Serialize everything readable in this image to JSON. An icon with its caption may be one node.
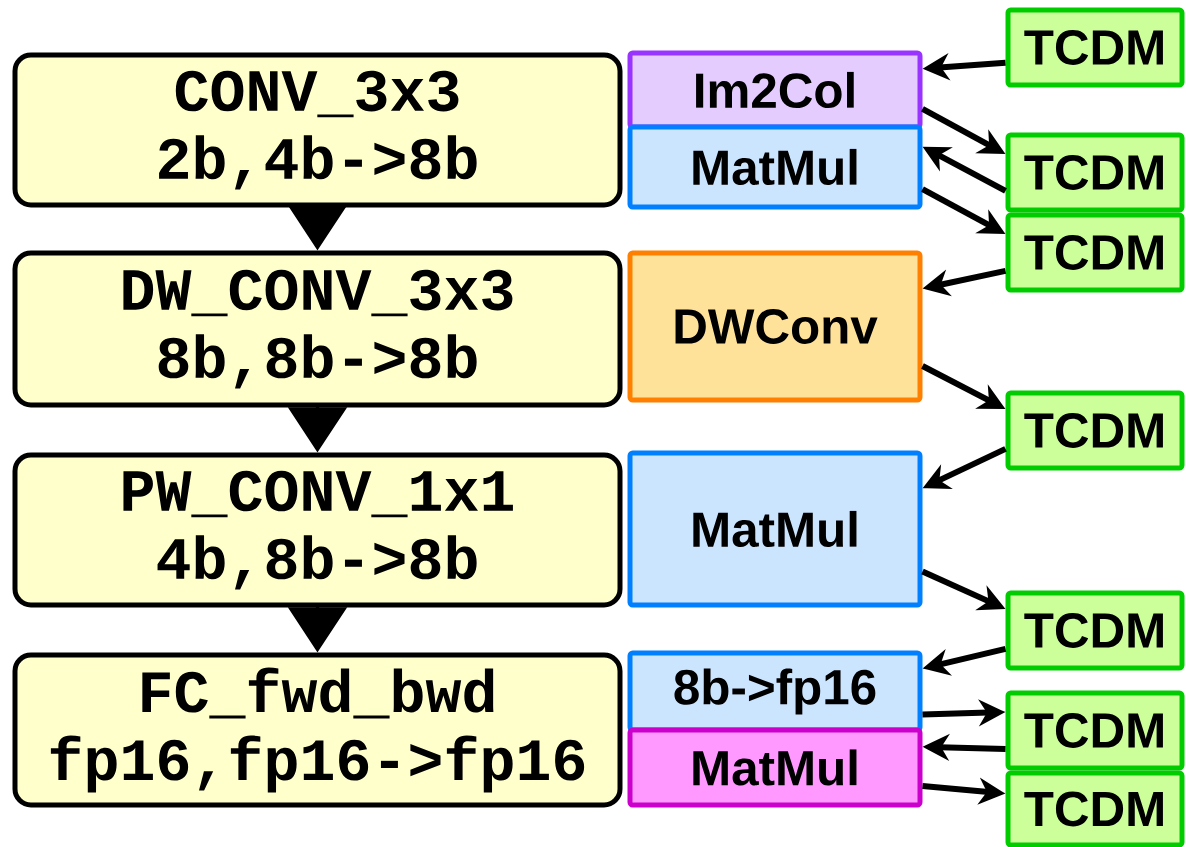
{
  "diagram": {
    "nodes": [
      {
        "text": [
          "CONV_3x3",
          "2b,4b->8b"
        ]
      },
      {
        "text": [
          "DW_CONV_3x3",
          "8b,8b->8b"
        ]
      },
      {
        "text": [
          "PW_CONV_1x1",
          "4b,8b->8b"
        ]
      },
      {
        "text": [
          "FC_fwd_bwd",
          "fp16,fp16->fp16"
        ]
      },
      {
        "text": [
          "Im2Col"
        ]
      },
      {
        "text": [
          "MatMul"
        ]
      },
      {
        "text": [
          "DWConv"
        ]
      },
      {
        "text": [
          "MatMul"
        ]
      },
      {
        "text": [
          "8b->fp16"
        ]
      },
      {
        "text": [
          "MatMul"
        ]
      },
      {
        "text": [
          "TCDM"
        ]
      },
      {
        "text": [
          "TCDM"
        ]
      },
      {
        "text": [
          "TCDM"
        ]
      },
      {
        "text": [
          "TCDM"
        ]
      },
      {
        "text": [
          "TCDM"
        ]
      },
      {
        "text": [
          "TCDM"
        ]
      },
      {
        "text": [
          "TCDM"
        ]
      }
    ],
    "edges": [
      {
        "from": 0,
        "to": 1,
        "arrow": "to"
      },
      {
        "from": 1,
        "to": 2,
        "arrow": "to"
      },
      {
        "from": 2,
        "to": 3,
        "arrow": "to"
      },
      {
        "from": 10,
        "to": 4,
        "arrow": "to"
      },
      {
        "from": 4,
        "to": 11,
        "arrow": "to"
      },
      {
        "from": 11,
        "to": 5,
        "arrow": "to"
      },
      {
        "from": 5,
        "to": 12,
        "arrow": "to"
      },
      {
        "from": 12,
        "to": 6,
        "arrow": "to"
      },
      {
        "from": 6,
        "to": 13,
        "arrow": "to"
      },
      {
        "from": 13,
        "to": 7,
        "arrow": "to"
      },
      {
        "from": 7,
        "to": 14,
        "arrow": "to"
      },
      {
        "from": 14,
        "to": 8,
        "arrow": "to"
      },
      {
        "from": 8,
        "to": 15,
        "arrow": "to"
      },
      {
        "from": 15,
        "to": 9,
        "arrow": "to"
      },
      {
        "from": 9,
        "to": 16,
        "arrow": "to"
      }
    ]
  }
}
